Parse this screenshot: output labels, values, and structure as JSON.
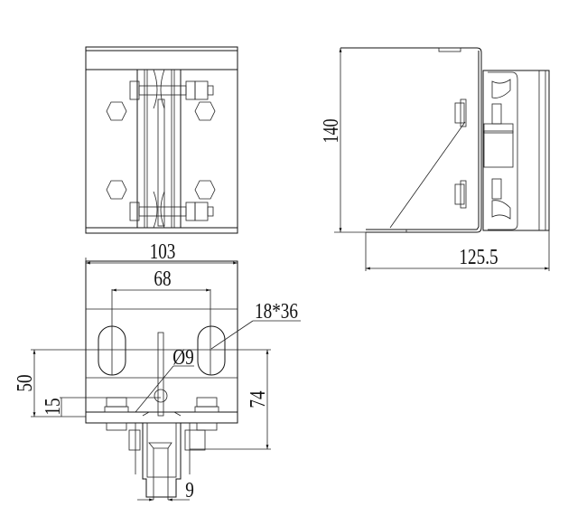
{
  "dimensions": {
    "overall_width": "103",
    "slot_spacing": "68",
    "slot_size": "18*36",
    "hole_diameter": "Ø9",
    "height_50": "50",
    "height_15": "15",
    "height_74": "74",
    "rail_width": "9",
    "side_height": "140",
    "side_depth": "125.5"
  },
  "colors": {
    "line": "#111111",
    "background": "#ffffff"
  }
}
